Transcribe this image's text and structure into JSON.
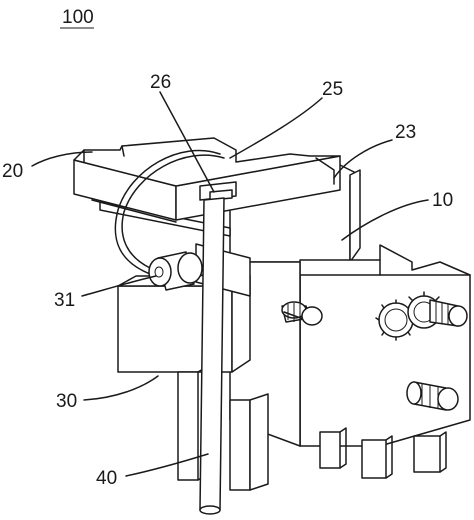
{
  "figure_number": "100",
  "labels": {
    "l10": "10",
    "l20": "20",
    "l23": "23",
    "l25": "25",
    "l26": "26",
    "l30": "30",
    "l31": "31",
    "l40": "40"
  }
}
